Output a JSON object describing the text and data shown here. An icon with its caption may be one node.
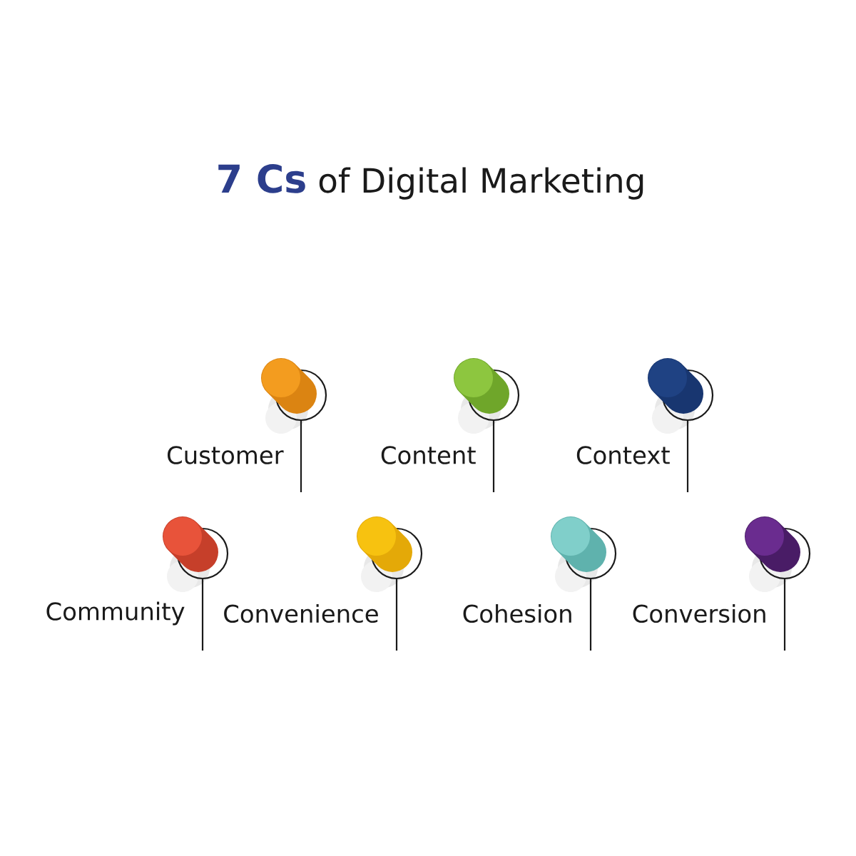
{
  "diagram": {
    "title": "**7 Cs** of Digital Marketing",
    "labels": [
      "Customer",
      "Content",
      "Context",
      "Community",
      "Convenience",
      "Cohesion",
      "Conversion"
    ]
  }
}
